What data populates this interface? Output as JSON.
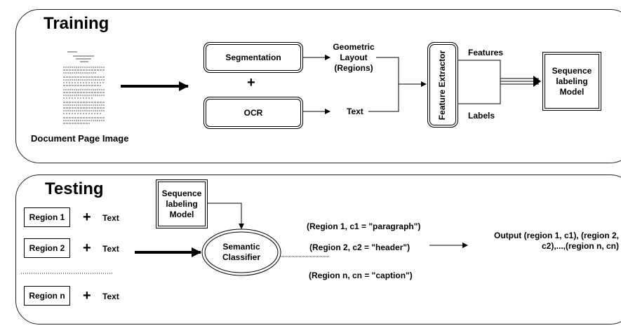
{
  "training": {
    "title": "Training",
    "doc_caption": "Document Page Image",
    "segmentation": "Segmentation",
    "plus": "+",
    "ocr": "OCR",
    "geometric_layout": "Geometric\nLayout\n(Regions)",
    "text": "Text",
    "feature_extractor": "Feature Extractor",
    "features": "Features",
    "labels": "Labels",
    "model": "Sequence\nlabeling\nModel"
  },
  "testing": {
    "title": "Testing",
    "model": "Sequence\nlabeling\nModel",
    "regions": [
      "Region 1",
      "Region 2",
      "Region n"
    ],
    "plus": "+",
    "text": "Text",
    "classifier": "Semantic\nClassifier",
    "results": [
      "(Region 1, c1 = \"paragraph\")",
      "(Region 2, c2 = \"header\")",
      "(Region n, cn = \"caption\")"
    ],
    "output": "Output (region 1, c1), (region 2,\nc2),...,(region n, cn)"
  }
}
